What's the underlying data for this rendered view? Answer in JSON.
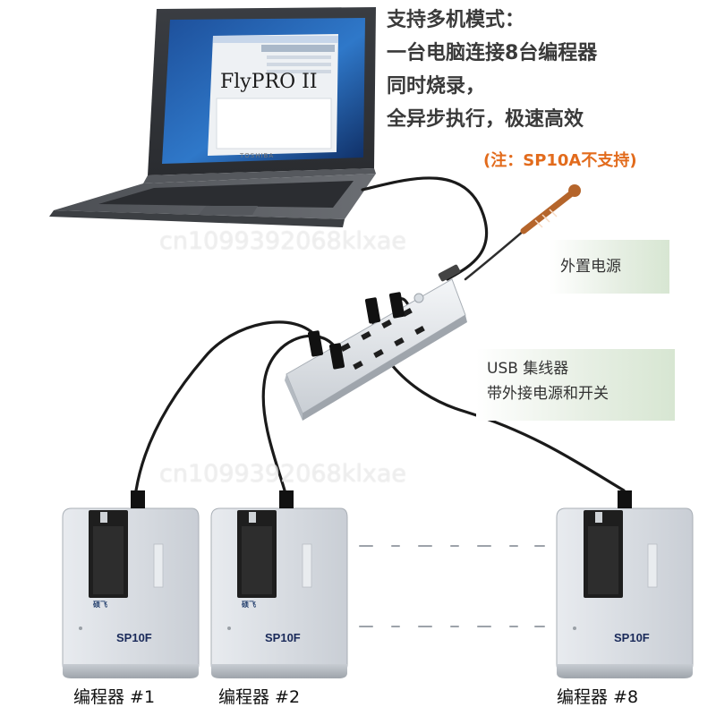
{
  "features": {
    "line1": "支持多机模式：",
    "line2": "一台电脑连接8台编程器",
    "line3": "同时烧录，",
    "line4": "全异步执行，极速高效",
    "note": "(注：SP10A不支持)"
  },
  "labels": {
    "power": "外置电源",
    "hub_line1": "USB 集线器",
    "hub_line2": "带外接电源和开关"
  },
  "laptop": {
    "screen_title": "FlyPRO II",
    "brand": "TOSHIBA"
  },
  "programmers": [
    {
      "caption": "编程器 #1",
      "model": "SP10F"
    },
    {
      "caption": "编程器  #2",
      "model": "SP10F"
    },
    {
      "caption": "编程器  #8",
      "model": "SP10F"
    }
  ],
  "programmer_brand": "硕飞",
  "watermark": "cn1099392068klxae",
  "colors": {
    "feature_text": "#3a3a3a",
    "note_text": "#e26b1c",
    "label_bg": "#dbe8d6",
    "device_body": "#d8dde3",
    "socket": "#1e1e1e"
  }
}
